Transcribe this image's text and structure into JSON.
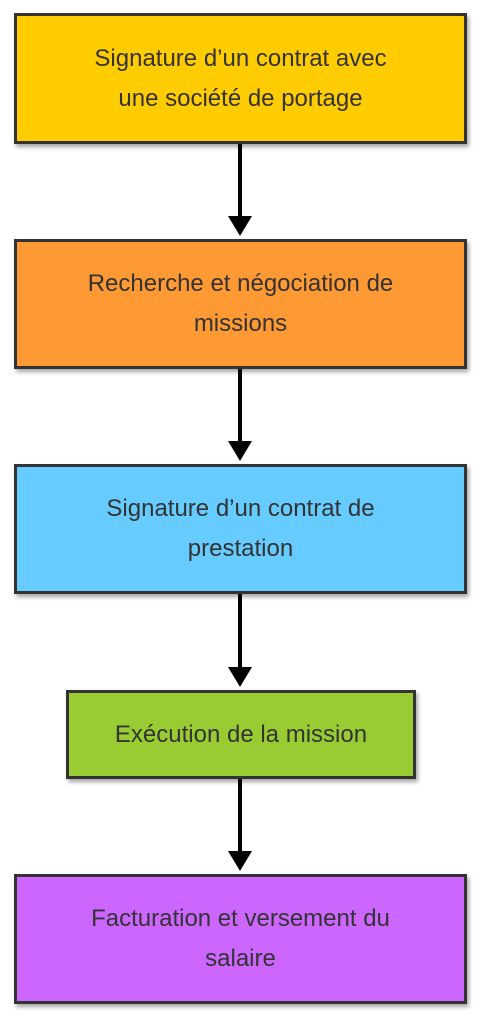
{
  "flowchart": {
    "steps": [
      {
        "line1": "Signature d’un contrat avec",
        "line2": "une société de portage",
        "color": "#FFCC00"
      },
      {
        "line1": "Recherche et négociation de",
        "line2": "missions",
        "color": "#FF9933"
      },
      {
        "line1": "Signature d’un contrat de",
        "line2": "prestation",
        "color": "#66CCFF"
      },
      {
        "line1": "Exécution de la mission",
        "color": "#99CC33"
      },
      {
        "line1": "Facturation et versement du",
        "line2": "salaire",
        "color": "#CC66FF"
      }
    ],
    "border_color": "#333333",
    "arrow_color": "#000000"
  }
}
